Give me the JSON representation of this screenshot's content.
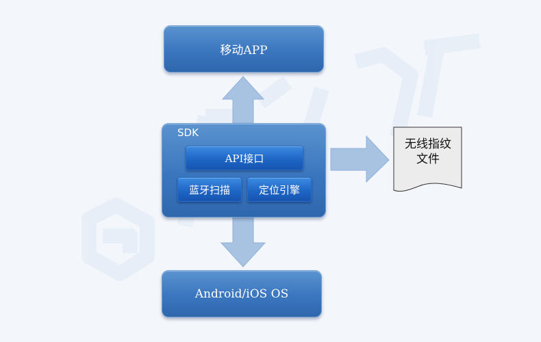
{
  "top_box": {
    "label": "移动APP"
  },
  "sdk": {
    "title": "SDK",
    "api_label": "API接口",
    "bluetooth_label": "蓝牙扫描",
    "location_label": "定位引擎"
  },
  "bottom_box": {
    "label": "Android/iOS OS"
  },
  "fingerprint_file": {
    "line1": "无线指纹",
    "line2": "文件"
  },
  "colors": {
    "box_blue": "#3a76bf",
    "inner_blue": "#1d63c4",
    "arrow_blue": "#a8c2e2",
    "background": "#f3f6fb"
  }
}
